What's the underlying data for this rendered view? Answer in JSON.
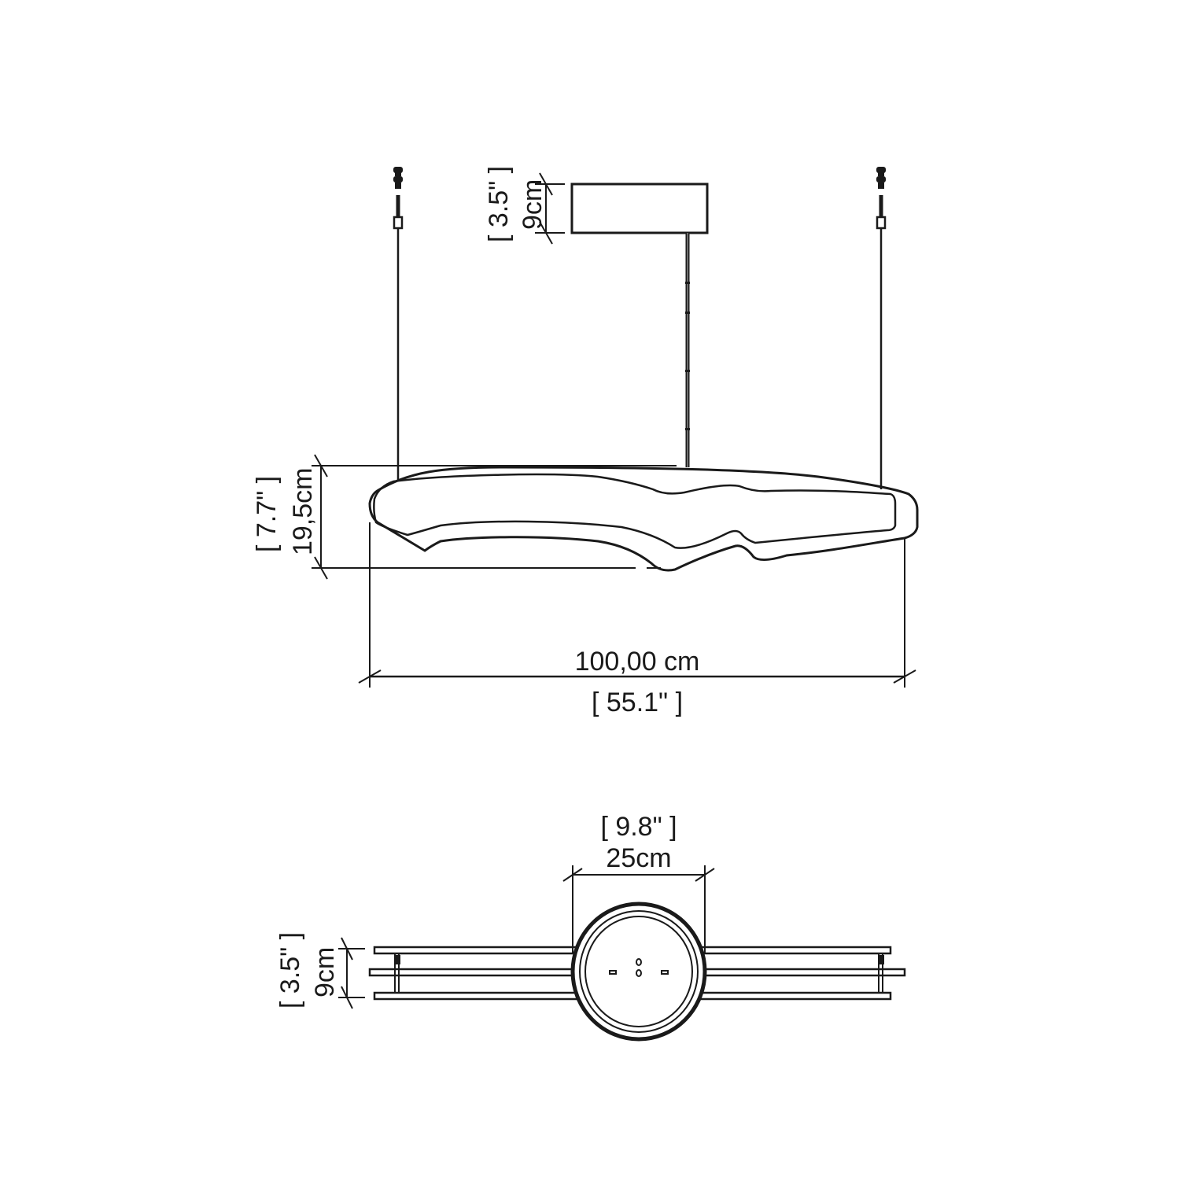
{
  "drawing": {
    "title": "Pendant lamp dimension drawing",
    "stroke_color": "#1a1a1a",
    "background": "#ffffff"
  },
  "front_view": {
    "canopy_height": {
      "metric": "9cm",
      "imperial": "[ 3.5\" ]"
    },
    "body_height": {
      "metric": "19,5cm",
      "imperial": "[ 7.7\" ]"
    },
    "overall_width": {
      "metric": "100,00 cm",
      "imperial": "[ 55.1\" ]"
    }
  },
  "top_view": {
    "canopy_diameter": {
      "metric": "25cm",
      "imperial": "[ 9.8\" ]"
    },
    "body_depth": {
      "metric": "9cm",
      "imperial": "[ 3.5\" ]"
    }
  }
}
